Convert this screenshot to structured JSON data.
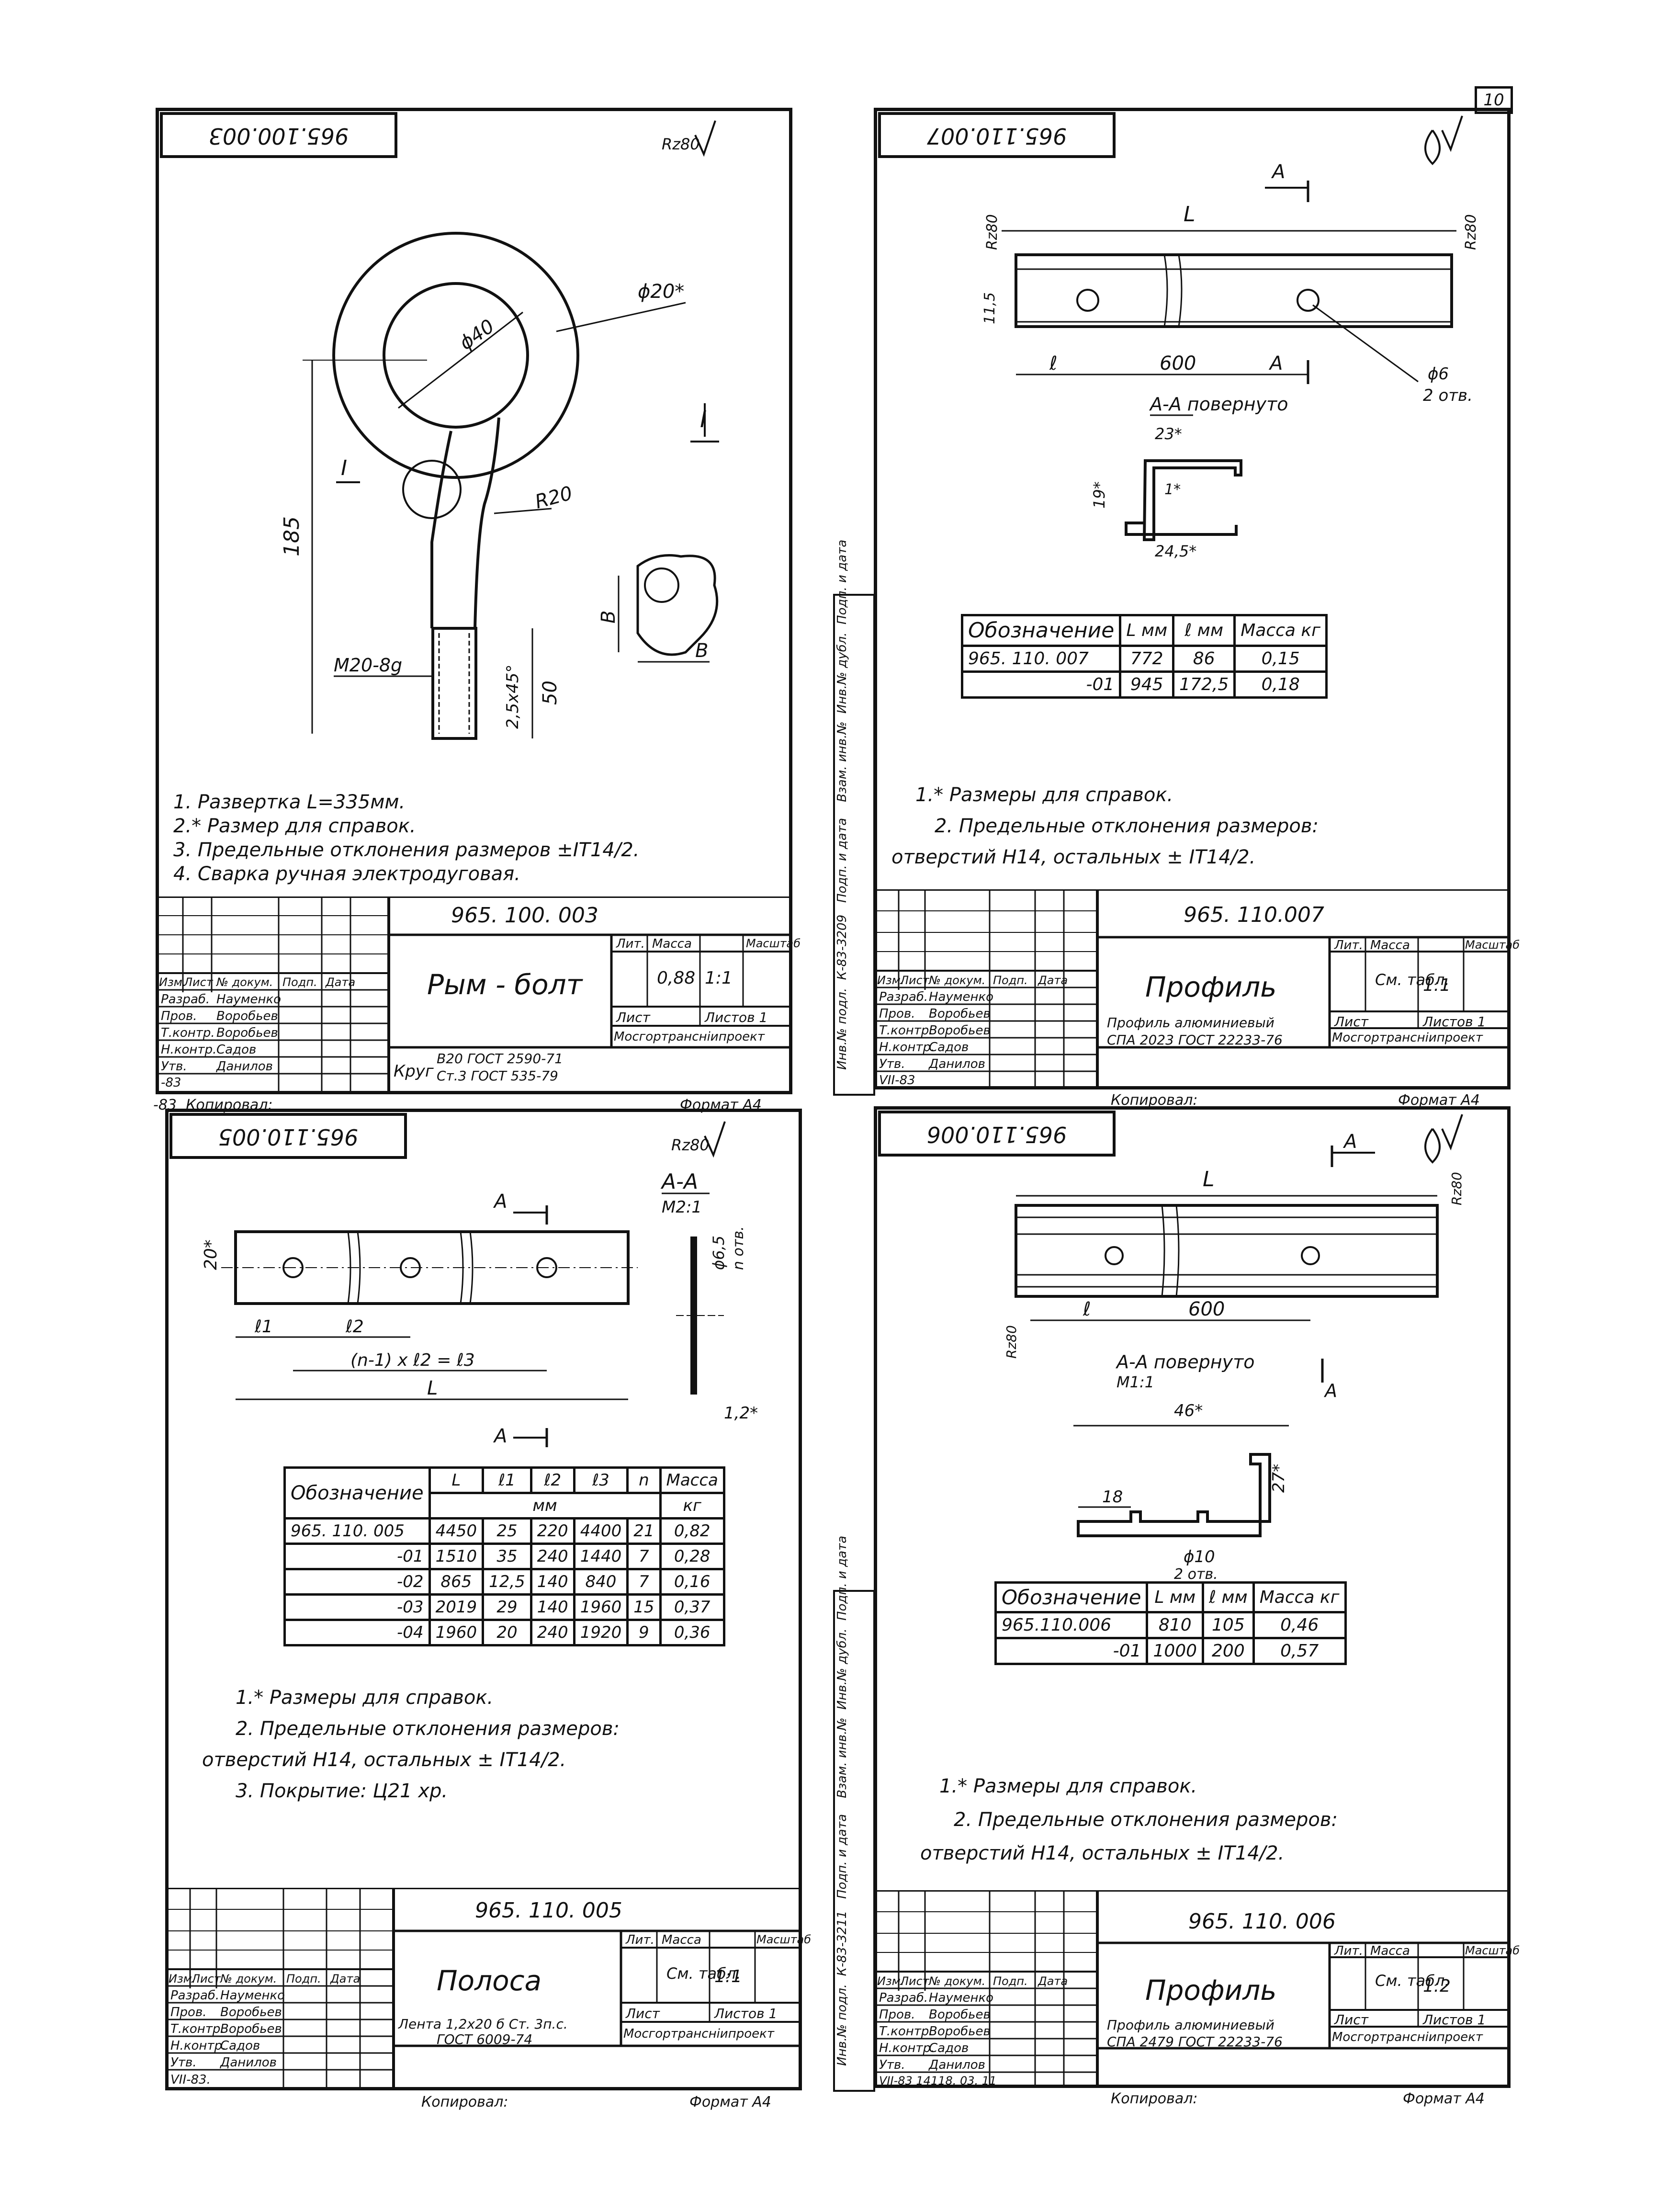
{
  "page_number": "10",
  "sheet_tl": {
    "code_rotated": "965.100.003",
    "roughness": "Rz80",
    "dims": {
      "d20": "ϕ20*",
      "d40": "ϕ40",
      "r20": "R20",
      "h185": "185",
      "thread": "M20-8g",
      "chamfer": "2,5x45°",
      "l50": "50",
      "sec": "I",
      "b": "B"
    },
    "notes": [
      "1. Развертка L=335мм.",
      "2.* Размер для справок.",
      "3. Предельные отклонения размеров ±IT14/2.",
      "4. Сварка ручная электродуговая."
    ],
    "stamp": {
      "code": "965. 100. 003",
      "name": "Рым - болт",
      "lit": "Лит.",
      "mass": "Масса",
      "scale": "Масштаб",
      "mass_val": "0,88",
      "scale_val": "1:1",
      "sheet": "Лист",
      "sheets": "Листов 1",
      "material_a": "Круг",
      "material_b": "В20 ГОСТ 2590-71",
      "material_c": "Ст.3 ГОСТ 535-79",
      "org": "Мосгортранснiипроект",
      "copied": "Копировал:",
      "format": "Формат А4",
      "date": "-83"
    }
  },
  "sheet_tr": {
    "code_rotated": "965.110.007",
    "dims": {
      "L": "L",
      "A": "A",
      "rz1": "Rz80",
      "rz2": "Rz80",
      "h115": "11,5",
      "l": "ℓ",
      "d600": "600",
      "d6": "ϕ6",
      "holes": "2 отв.",
      "section": "А-А повернуто",
      "d23": "23*",
      "d19": "19*",
      "d1": "1*",
      "d245": "24,5*"
    },
    "table": {
      "headers": [
        "Обозначение",
        "L мм",
        "ℓ мм",
        "Масса кг"
      ],
      "rows": [
        [
          "965. 110. 007",
          "772",
          "86",
          "0,15"
        ],
        [
          "-01",
          "945",
          "172,5",
          "0,18"
        ]
      ]
    },
    "notes": [
      "1.* Размеры для справок.",
      "2. Предельные отклонения размеров:",
      "отверстий Н14, остальных ± IT14/2."
    ],
    "stamp": {
      "code": "965. 110.007",
      "name": "Профиль",
      "lit": "Лит.",
      "mass": "Масса",
      "scale": "Масштаб",
      "mass_val": "См. табл.",
      "scale_val": "1:1",
      "sheet": "Лист",
      "sheets": "Листов 1",
      "material_a": "Профиль алюминиевый",
      "material_b": "СПА 2023 ГОСТ 22233-76",
      "org": "Мосгортранснiипроект",
      "copied": "Копировал:",
      "format": "Формат А4",
      "date": "VII-83"
    }
  },
  "sheet_bl": {
    "code_rotated": "965.110.005",
    "roughness": "Rz80",
    "dims": {
      "h20": "20*",
      "l1": "ℓ1",
      "l2": "ℓ2",
      "formula": "(n-1) x ℓ2 = ℓ3",
      "L": "L",
      "A": "A",
      "section": "А-А",
      "scale": "М2:1",
      "d65": "ϕ6,5",
      "n_holes": "n отв.",
      "t12": "1,2*"
    },
    "table": {
      "headers": [
        "Обозначение",
        "L",
        "ℓ1",
        "ℓ2",
        "ℓ3",
        "n",
        "Масса"
      ],
      "units": [
        "",
        "мм",
        "кг"
      ],
      "rows": [
        [
          "965. 110. 005",
          "4450",
          "25",
          "220",
          "4400",
          "21",
          "0,82"
        ],
        [
          "-01",
          "1510",
          "35",
          "240",
          "1440",
          "7",
          "0,28"
        ],
        [
          "-02",
          "865",
          "12,5",
          "140",
          "840",
          "7",
          "0,16"
        ],
        [
          "-03",
          "2019",
          "29",
          "140",
          "1960",
          "15",
          "0,37"
        ],
        [
          "-04",
          "1960",
          "20",
          "240",
          "1920",
          "9",
          "0,36"
        ]
      ]
    },
    "notes": [
      "1.* Размеры для справок.",
      "2. Предельные отклонения размеров:",
      "отверстий Н14, остальных ± IT14/2.",
      "3. Покрытие: Ц21 хр."
    ],
    "stamp": {
      "code": "965. 110. 005",
      "name": "Полоса",
      "lit": "Лит.",
      "mass": "Масса",
      "scale": "Масштаб",
      "mass_val": "См. табл.",
      "scale_val": "1:1",
      "sheet": "Лист",
      "sheets": "Листов 1",
      "material_a": "Лента 1,2x20 б Ст. 3п.с.",
      "material_b": "ГОСТ 6009-74",
      "org": "Мосгортранснiипроект",
      "copied": "Копировал:",
      "format": "Формат А4",
      "date": "VII-83."
    }
  },
  "sheet_br": {
    "code_rotated": "965.110.006",
    "dims": {
      "L": "L",
      "A": "A",
      "rz1": "Rz80",
      "rz2": "Rz80",
      "l": "ℓ",
      "d600": "600",
      "section": "А-А повернуто",
      "scale": "М1:1",
      "d46": "46*",
      "d18": "18",
      "d27": "27*",
      "d10": "ϕ10",
      "holes": "2 отв."
    },
    "table": {
      "headers": [
        "Обозначение",
        "L мм",
        "ℓ мм",
        "Масса кг"
      ],
      "rows": [
        [
          "965.110.006",
          "810",
          "105",
          "0,46"
        ],
        [
          "-01",
          "1000",
          "200",
          "0,57"
        ]
      ]
    },
    "notes": [
      "1.* Размеры для справок.",
      "2. Предельные отклонения размеров:",
      "отверстий Н14, остальных ± IT14/2."
    ],
    "stamp": {
      "code": "965. 110. 006",
      "name": "Профиль",
      "lit": "Лит.",
      "mass": "Масса",
      "scale": "Масштаб",
      "mass_val": "См. табл.",
      "scale_val": "1:2",
      "sheet": "Лист",
      "sheets": "Листов 1",
      "material_a": "Профиль алюминиевый",
      "material_b": "СПА 2479 ГОСТ 22233-76",
      "org": "Мосгортранснiипроект",
      "copied": "Копировал:",
      "format": "Формат А4",
      "date": "VII-83   14118. 03. 11"
    }
  },
  "stamp_roles": [
    "Изм.",
    "Лист",
    "№ докум.",
    "Подп.",
    "Дата"
  ],
  "stamp_people": [
    {
      "role": "Разраб.",
      "name": "Науменко"
    },
    {
      "role": "Пров.",
      "name": "Воробьев"
    },
    {
      "role": "Т.контр.",
      "name": "Воробьев"
    },
    {
      "role": "Н.контр.",
      "name": "Садов"
    },
    {
      "role": "Утв.",
      "name": "Данилов"
    }
  ],
  "side_labels": [
    "Инв.№ подл.",
    "Подп. и дата",
    "Взам. инв.№",
    "Инв.№ дубл.",
    "Подп. и дата"
  ],
  "side_inv_tr": "К-83-3209",
  "side_inv_br": "К-83-3211"
}
